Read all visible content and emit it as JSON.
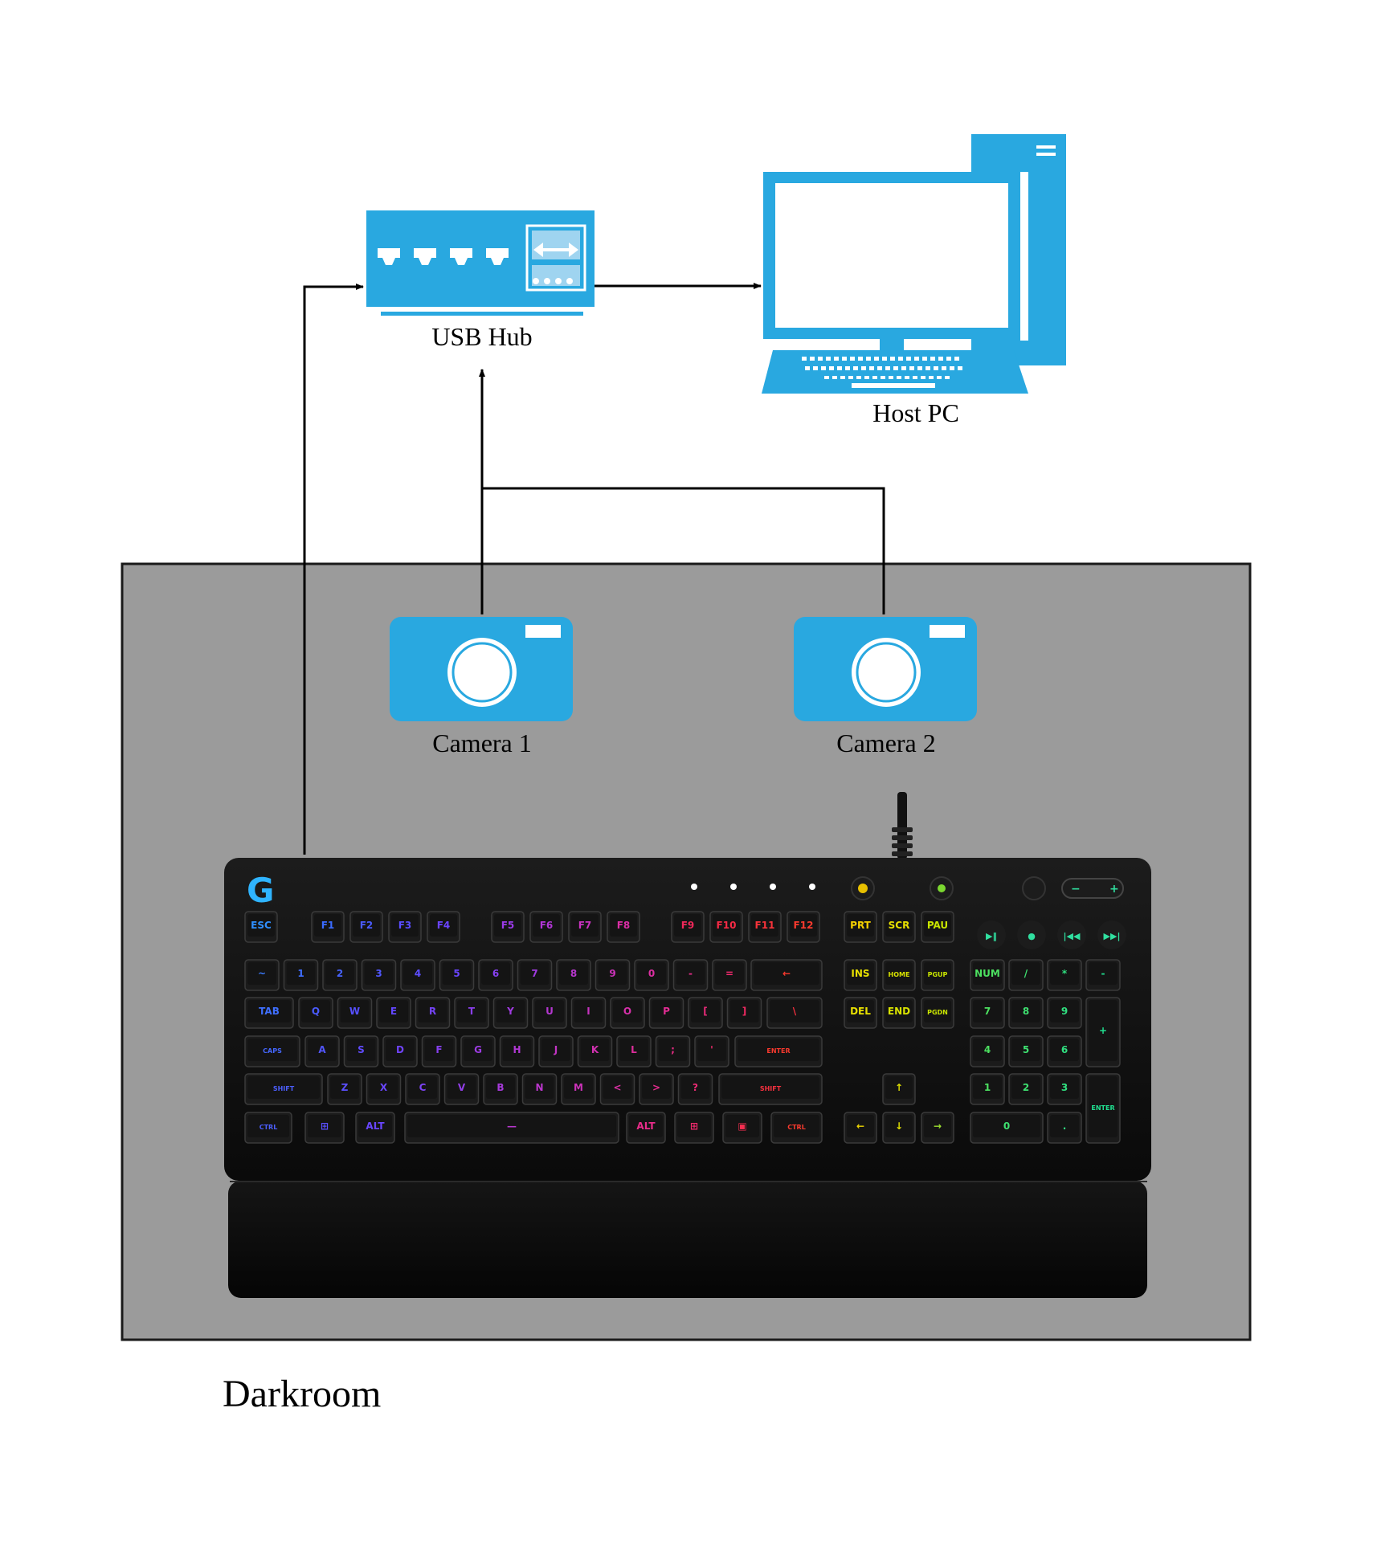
{
  "labels": {
    "usb_hub": "USB Hub",
    "host_pc": "Host PC",
    "camera_1": "Camera 1",
    "camera_2": "Camera 2",
    "darkroom": "Darkroom"
  },
  "colors": {
    "device_blue": "#29A8E0",
    "darkroom_fill": "#9B9B9B",
    "darkroom_border": "#1A1A1A",
    "line": "#000000",
    "keyboard_body": "#111111"
  },
  "icons": [
    "usb-hub-icon",
    "computer-icon",
    "camera-icon",
    "keyboard-icon"
  ],
  "keyboard": {
    "row_f": [
      {
        "t": "ESC",
        "c": "#2F8FFF"
      },
      {
        "t": "F1",
        "c": "#3A6BFF"
      },
      {
        "t": "F2",
        "c": "#4A5BFF"
      },
      {
        "t": "F3",
        "c": "#5A4DFF"
      },
      {
        "t": "F4",
        "c": "#6A44FF"
      },
      {
        "t": "F5",
        "c": "#9B3BE8"
      },
      {
        "t": "F6",
        "c": "#B236D6"
      },
      {
        "t": "F7",
        "c": "#C932C0"
      },
      {
        "t": "F8",
        "c": "#DA2EA5"
      },
      {
        "t": "F9",
        "c": "#F0285A"
      },
      {
        "t": "F10",
        "c": "#F52A45"
      },
      {
        "t": "F11",
        "c": "#F8333A"
      },
      {
        "t": "F12",
        "c": "#FA3A2E"
      }
    ],
    "row_num": [
      {
        "t": "~",
        "c": "#3B7CFF"
      },
      {
        "t": "1",
        "c": "#3F6FFF"
      },
      {
        "t": "2",
        "c": "#4763FF"
      },
      {
        "t": "3",
        "c": "#5158FF"
      },
      {
        "t": "4",
        "c": "#5D4EFF"
      },
      {
        "t": "5",
        "c": "#6A45FF"
      },
      {
        "t": "6",
        "c": "#8740F0"
      },
      {
        "t": "7",
        "c": "#A03BE0"
      },
      {
        "t": "8",
        "c": "#B837CE"
      },
      {
        "t": "9",
        "c": "#CC33BA"
      },
      {
        "t": "0",
        "c": "#DC2FA2"
      },
      {
        "t": "-",
        "c": "#E92C8A"
      },
      {
        "t": "=",
        "c": "#F22A6E"
      },
      {
        "t": "←",
        "c": "#FA3A2E"
      }
    ],
    "row_q": [
      {
        "t": "TAB",
        "c": "#3F6FFF"
      },
      {
        "t": "Q",
        "c": "#4A5BFF"
      },
      {
        "t": "W",
        "c": "#5650FF"
      },
      {
        "t": "E",
        "c": "#6347FF"
      },
      {
        "t": "R",
        "c": "#7443F8"
      },
      {
        "t": "T",
        "c": "#8A3FEC"
      },
      {
        "t": "Y",
        "c": "#A03BE0"
      },
      {
        "t": "U",
        "c": "#B437D0"
      },
      {
        "t": "I",
        "c": "#C633BF"
      },
      {
        "t": "O",
        "c": "#D630AA"
      },
      {
        "t": "P",
        "c": "#E32D94"
      },
      {
        "t": "[",
        "c": "#EE2B7B"
      },
      {
        "t": "]",
        "c": "#F42A62"
      },
      {
        "t": "\\",
        "c": "#F8303F"
      }
    ],
    "row_a": [
      {
        "t": "CAPS",
        "c": "#4567FF"
      },
      {
        "t": "A",
        "c": "#5256FF"
      },
      {
        "t": "S",
        "c": "#604BFF"
      },
      {
        "t": "D",
        "c": "#7044FA"
      },
      {
        "t": "F",
        "c": "#8640EE"
      },
      {
        "t": "G",
        "c": "#9C3CE2"
      },
      {
        "t": "H",
        "c": "#B038D3"
      },
      {
        "t": "J",
        "c": "#C234C3"
      },
      {
        "t": "K",
        "c": "#D131B0"
      },
      {
        "t": "L",
        "c": "#DE2E9B"
      },
      {
        "t": ";",
        "c": "#E92C85"
      },
      {
        "t": "'",
        "c": "#F22A6C"
      },
      {
        "t": "ENTER",
        "c": "#FA3A2E"
      }
    ],
    "row_z": [
      {
        "t": "SHIFT",
        "c": "#4C5EFF"
      },
      {
        "t": "Z",
        "c": "#5A4FFF"
      },
      {
        "t": "X",
        "c": "#6946FF"
      },
      {
        "t": "C",
        "c": "#7C42F4"
      },
      {
        "t": "V",
        "c": "#923EE8"
      },
      {
        "t": "B",
        "c": "#A73ADB"
      },
      {
        "t": "N",
        "c": "#BA36CB"
      },
      {
        "t": "M",
        "c": "#CB32B8"
      },
      {
        "t": "<",
        "c": "#D92FA3"
      },
      {
        "t": ">",
        "c": "#E52C8E"
      },
      {
        "t": "?",
        "c": "#EF2B75"
      },
      {
        "t": "SHIFT",
        "c": "#F8303F"
      }
    ],
    "row_ctrl": [
      {
        "t": "CTRL",
        "c": "#4C5EFF"
      },
      {
        "t": "⊞",
        "c": "#5A4FFF"
      },
      {
        "t": "ALT",
        "c": "#6946FF"
      },
      {
        "t": "—",
        "c": "#B838CE"
      },
      {
        "t": "ALT",
        "c": "#E92C8A"
      },
      {
        "t": "⊞",
        "c": "#F22A6E"
      },
      {
        "t": "▣",
        "c": "#F52E50"
      },
      {
        "t": "CTRL",
        "c": "#FA3A2E"
      }
    ],
    "nav_top": [
      {
        "t": "PRT",
        "c": "#F5D000"
      },
      {
        "t": "SCR",
        "c": "#E8E000"
      },
      {
        "t": "PAU",
        "c": "#C8E400"
      }
    ],
    "nav_1": [
      {
        "t": "INS",
        "c": "#E8E000"
      },
      {
        "t": "HOME",
        "c": "#D8E200"
      },
      {
        "t": "PGUP",
        "c": "#C8E400"
      }
    ],
    "nav_2": [
      {
        "t": "DEL",
        "c": "#E8E000"
      },
      {
        "t": "END",
        "c": "#D8E200"
      },
      {
        "t": "PGDN",
        "c": "#C8E400"
      }
    ],
    "arrows": [
      {
        "t": "↑",
        "c": "#E0E000"
      },
      {
        "t": "←",
        "c": "#F0D800"
      },
      {
        "t": "↓",
        "c": "#E0E000"
      },
      {
        "t": "→",
        "c": "#9CE030"
      }
    ],
    "numpad": [
      {
        "t": "NUM",
        "c": "#4CE060"
      },
      {
        "t": "/",
        "c": "#3EE070"
      },
      {
        "t": "*",
        "c": "#30E080"
      },
      {
        "t": "-",
        "c": "#20E090"
      },
      {
        "t": "7",
        "c": "#4CE060"
      },
      {
        "t": "8",
        "c": "#3EE070"
      },
      {
        "t": "9",
        "c": "#30E080"
      },
      {
        "t": "+",
        "c": "#20E090"
      },
      {
        "t": "4",
        "c": "#4CE060"
      },
      {
        "t": "5",
        "c": "#3EE070"
      },
      {
        "t": "6",
        "c": "#30E080"
      },
      {
        "t": "1",
        "c": "#4CE060"
      },
      {
        "t": "2",
        "c": "#3EE070"
      },
      {
        "t": "3",
        "c": "#30E080"
      },
      {
        "t": "ENTER",
        "c": "#20E090"
      },
      {
        "t": "0",
        "c": "#3EE070"
      },
      {
        "t": ".",
        "c": "#30E080"
      }
    ]
  }
}
